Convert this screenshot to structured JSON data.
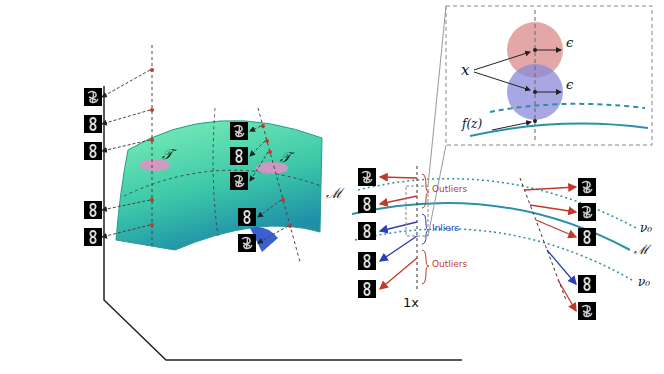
{
  "diagram": {
    "labels": [
      "𝒯",
      "𝒯",
      "ℳ",
      "Outliers",
      "Inliers",
      "Outliers",
      "ν₀",
      "ν₀",
      "ℳ",
      "1x",
      "x",
      "ϵ",
      "ϵ",
      "f(z)"
    ]
  }
}
